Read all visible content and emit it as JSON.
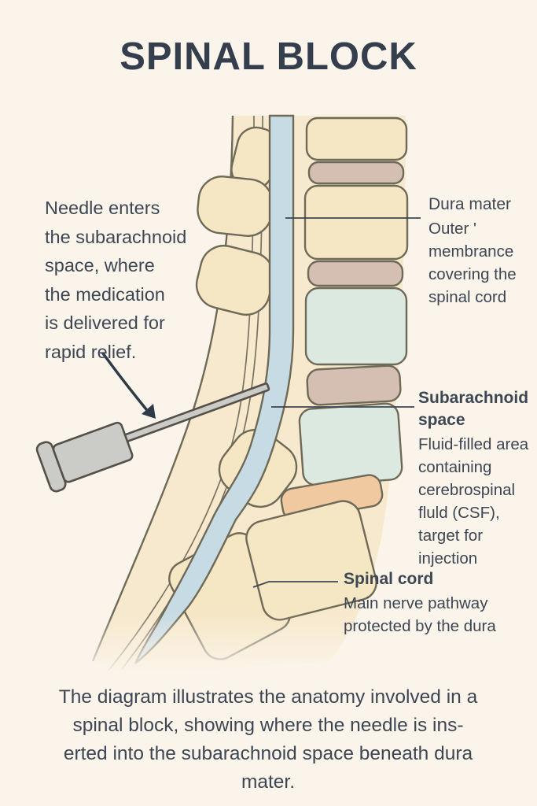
{
  "title": "SPINAL BLOCK",
  "left_note": "Needle enters\nthe subarachnoid\nspace, where\nthe medication\nis delivered for\nrapid relief.",
  "labels": {
    "dura_mater": {
      "name": "Dura mater",
      "description": "Outer '\nmembrance\ncovering the\nspinal cord"
    },
    "subarachnoid_space": {
      "name": "Subarachnoid\nspace",
      "description": "Fluid-filled area\ncontaining\ncerebrospinal\nfluld (CSF),\ntarget for\ninjection"
    },
    "spinal_cord": {
      "name": "Spinal cord",
      "description": "Main nerve pathway\nprotected by the dura"
    }
  },
  "caption": "The diagram illustrates the anatomy involved in a\nspinal block, showing where the needle is ins-\nerted into the subarachnoid space beneath dura\nmater.",
  "illustration": {
    "parts": [
      "skin-outline",
      "body-tissue",
      "spinous-processes",
      "vertebrae",
      "intervertebral-discs",
      "spinal-canal-csf",
      "syringe-needle",
      "curved-arrow"
    ]
  },
  "colors": {
    "background": "#fbf4ea",
    "title_text": "#343e4d",
    "body_text": "#3d4653",
    "outline": "#6f6a58",
    "tissue": "#f7e9cd",
    "bone": "#f5e7c4",
    "disc_mauve": "#d5bfb3",
    "vertebra_teal": "#dce9e0",
    "disc_orange": "#f0c9a0",
    "csf_blue": "#c6dbe4",
    "needle_gray": "#cbccc8",
    "needle_outline": "#55504a",
    "leader_line": "#3d4653"
  }
}
